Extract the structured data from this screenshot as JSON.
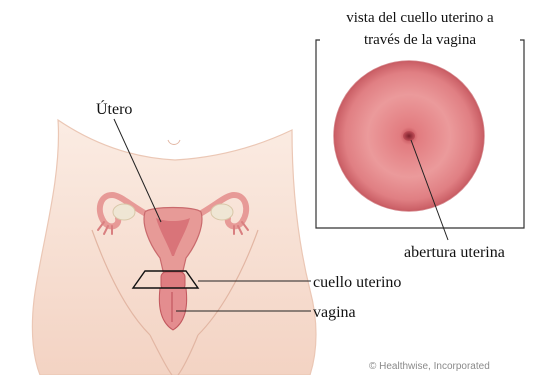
{
  "labels": {
    "inset_title_line1": "vista del cuello uterino a",
    "inset_title_line2": "través de la vagina",
    "uterus": "Útero",
    "uterine_opening": "abertura uterina",
    "cervix": "cuello uterino",
    "vagina": "vagina",
    "credit": "© Healthwise, Incorporated"
  },
  "colors": {
    "background": "#ffffff",
    "skin": "#f6dccf",
    "skin_outline": "#e8c2b0",
    "organ": "#e79a97",
    "organ_dark": "#c65f63",
    "ovary": "#efe6d4",
    "cervix_face": "#e48386",
    "leader_line": "#222222",
    "frame": "#333333"
  }
}
